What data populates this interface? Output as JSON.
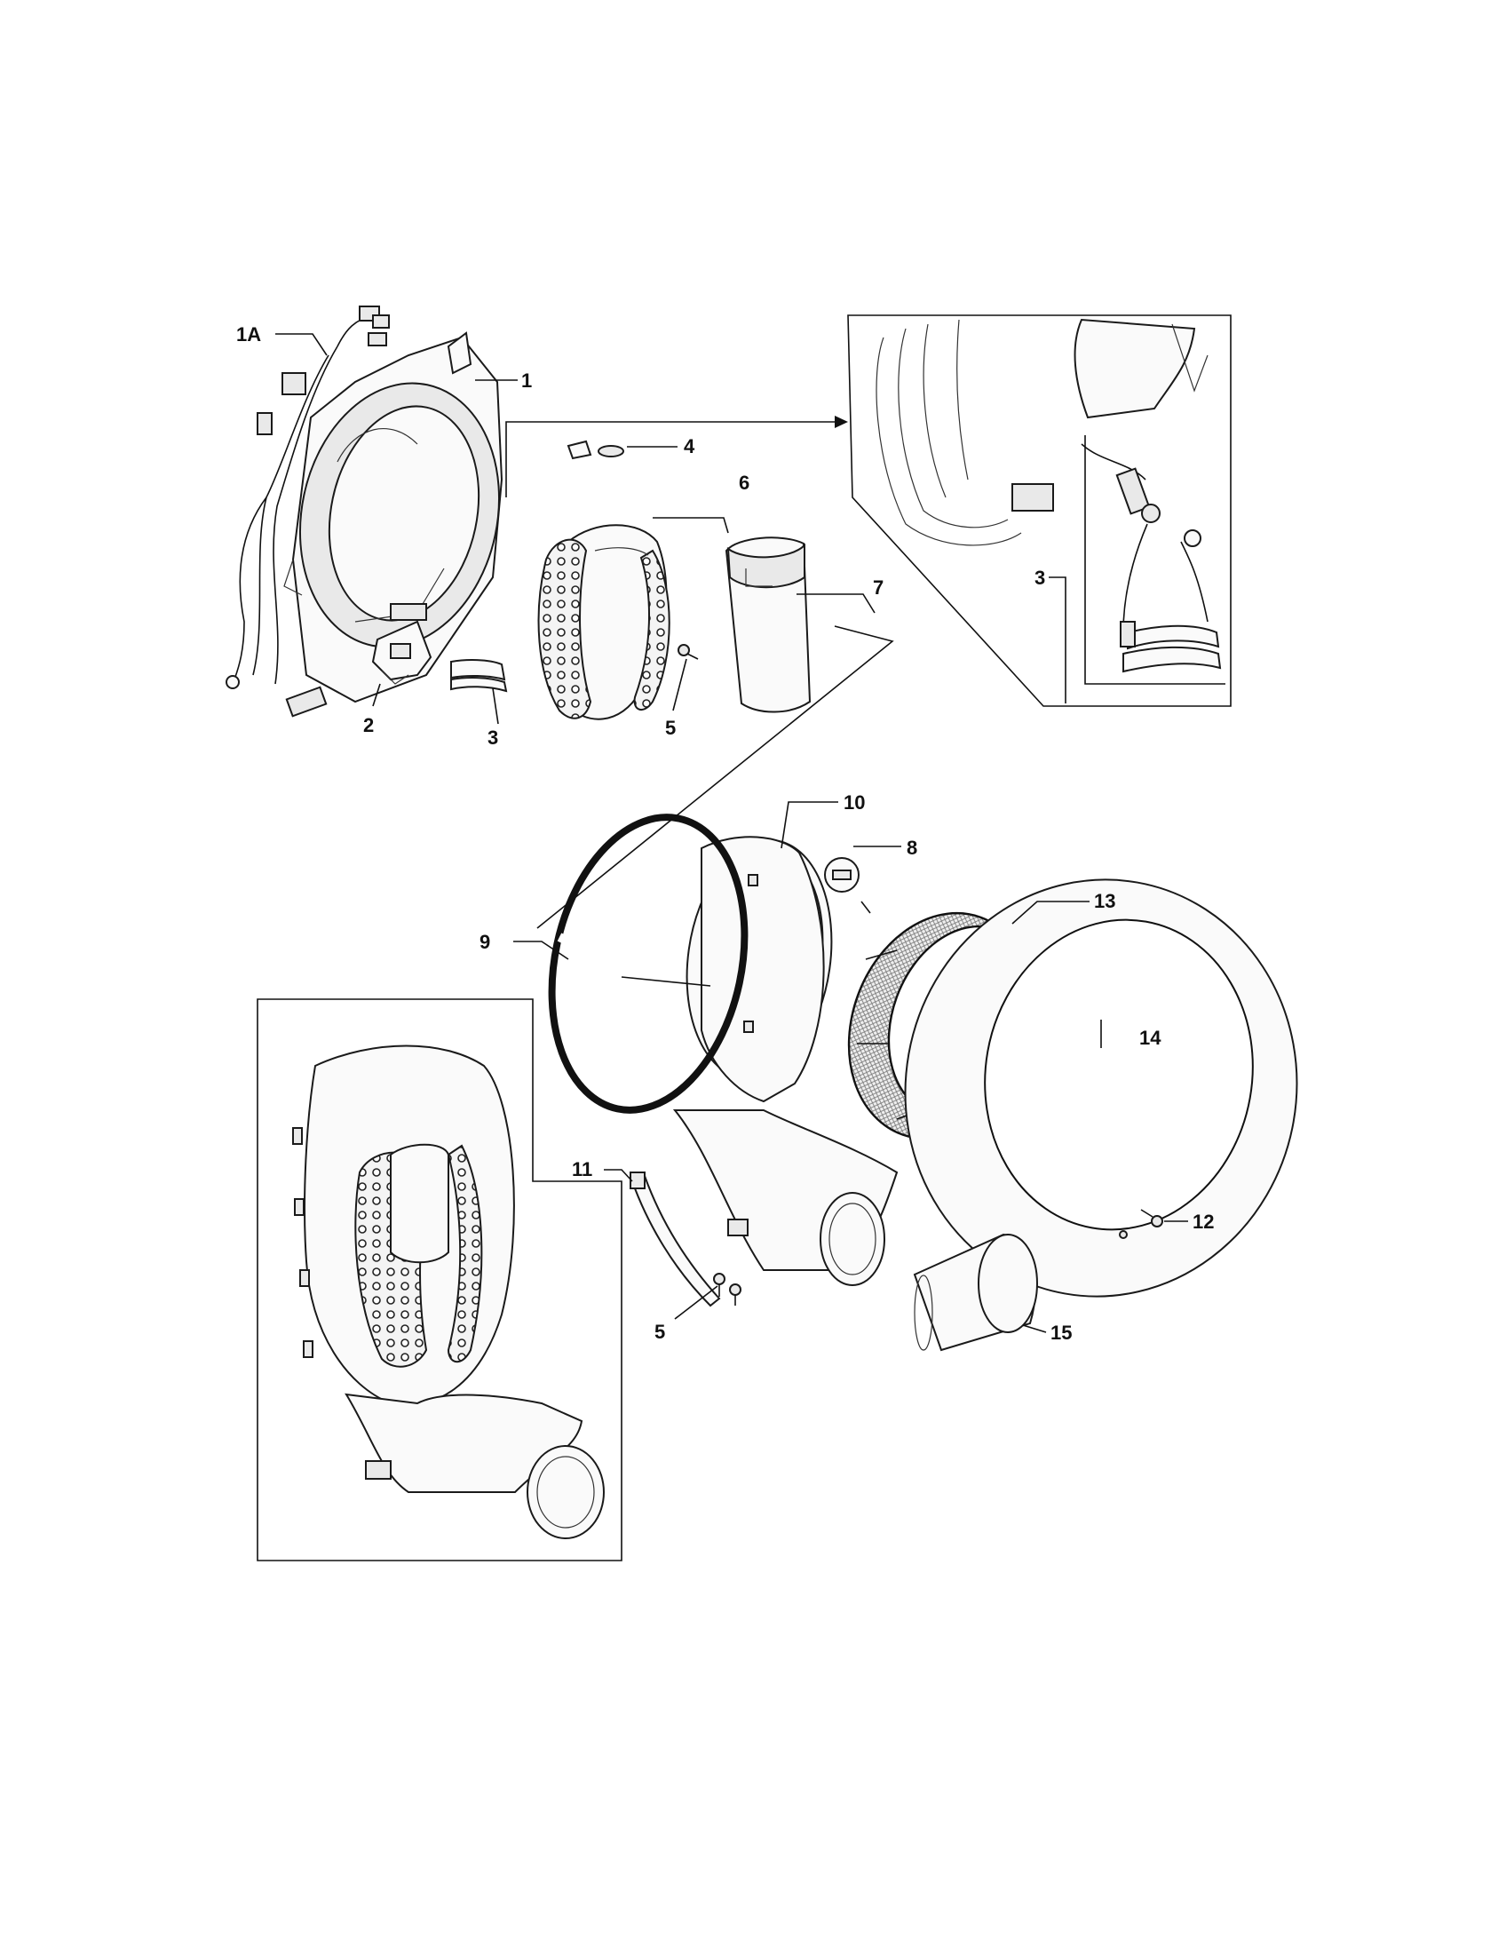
{
  "diagram": {
    "callouts": {
      "c1A": "1A",
      "c1": "1",
      "c2": "2",
      "c3": "3",
      "c3b": "3",
      "c4": "4",
      "c5": "5",
      "c5b": "5",
      "c6": "6",
      "c7": "7",
      "c8": "8",
      "c9": "9",
      "c10": "10",
      "c11": "11",
      "c12": "12",
      "c13": "13",
      "c14": "14",
      "c15": "15"
    }
  },
  "colors": {
    "line": "#111111",
    "background": "#ffffff"
  }
}
